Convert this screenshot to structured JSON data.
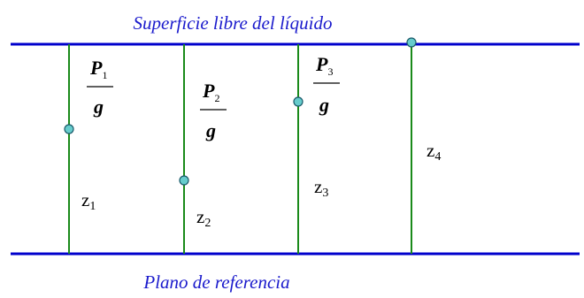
{
  "captions": {
    "top": "Superficie libre del líquido",
    "bottom": "Plano de referencia"
  },
  "colors": {
    "surface_line": "#0000cc",
    "tube": "#1a8a1a",
    "point_fill": "#66cccc",
    "point_stroke": "#1a5a6a",
    "caption_text": "#1a1acc"
  },
  "fraction": {
    "numerator_symbol": "P",
    "denominator": "g"
  },
  "columns": [
    {
      "pressure_sub": "1",
      "height_label": "z",
      "height_sub": "1"
    },
    {
      "pressure_sub": "2",
      "height_label": "z",
      "height_sub": "2"
    },
    {
      "pressure_sub": "3",
      "height_label": "z",
      "height_sub": "3"
    },
    {
      "height_label": "z",
      "height_sub": "4"
    }
  ]
}
